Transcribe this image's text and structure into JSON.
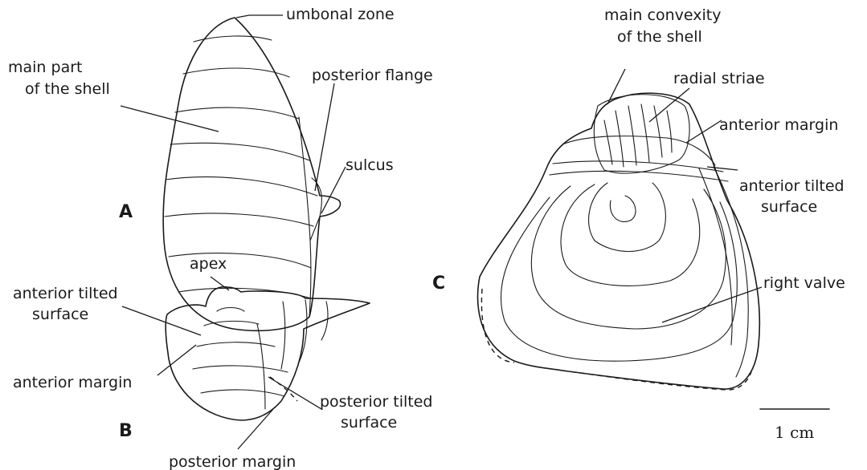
{
  "panels": {
    "a": "A",
    "b": "B",
    "c": "C"
  },
  "figure_a": {
    "umbonal_zone": "umbonal zone",
    "main_part": [
      "main part",
      "of the shell"
    ],
    "posterior_flange": "posterior flange",
    "sulcus": "sulcus"
  },
  "figure_b": {
    "apex": "apex",
    "anterior_tilted_surface": [
      "anterior tilted",
      "surface"
    ],
    "anterior_margin": "anterior margin",
    "posterior_tilted_surface": [
      "posterior tilted",
      "surface"
    ],
    "posterior_margin": "posterior margin"
  },
  "figure_c": {
    "main_convexity": [
      "main convexity",
      "of the shell"
    ],
    "radial_striae": "radial striae",
    "anterior_margin": "anterior margin",
    "anterior_tilted_surface": [
      "anterior tilted",
      "surface"
    ],
    "right_valve": "right valve",
    "scale_bar": "1 cm"
  }
}
